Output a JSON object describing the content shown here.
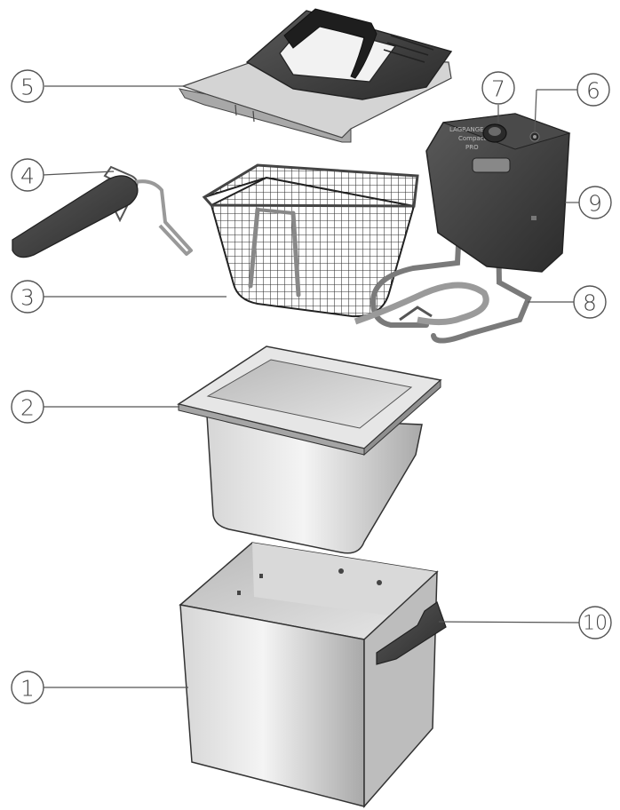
{
  "diagram": {
    "parts": [
      {
        "id": "1",
        "label": "1"
      },
      {
        "id": "2",
        "label": "2"
      },
      {
        "id": "3",
        "label": "3"
      },
      {
        "id": "4",
        "label": "4"
      },
      {
        "id": "5",
        "label": "5"
      },
      {
        "id": "6",
        "label": "6"
      },
      {
        "id": "7",
        "label": "7"
      },
      {
        "id": "8",
        "label": "8"
      },
      {
        "id": "9",
        "label": "9"
      },
      {
        "id": "10",
        "label": "10"
      }
    ],
    "control_box": {
      "brand": "LAGRANGE",
      "model": "Compact",
      "model_sub": "PRO"
    }
  },
  "colors": {
    "steel_light": "#eeeeee",
    "steel_mid": "#c9c9c9",
    "steel_dark": "#9a9a9a",
    "plastic_dark": "#3d3d3d",
    "outline": "#333333"
  }
}
